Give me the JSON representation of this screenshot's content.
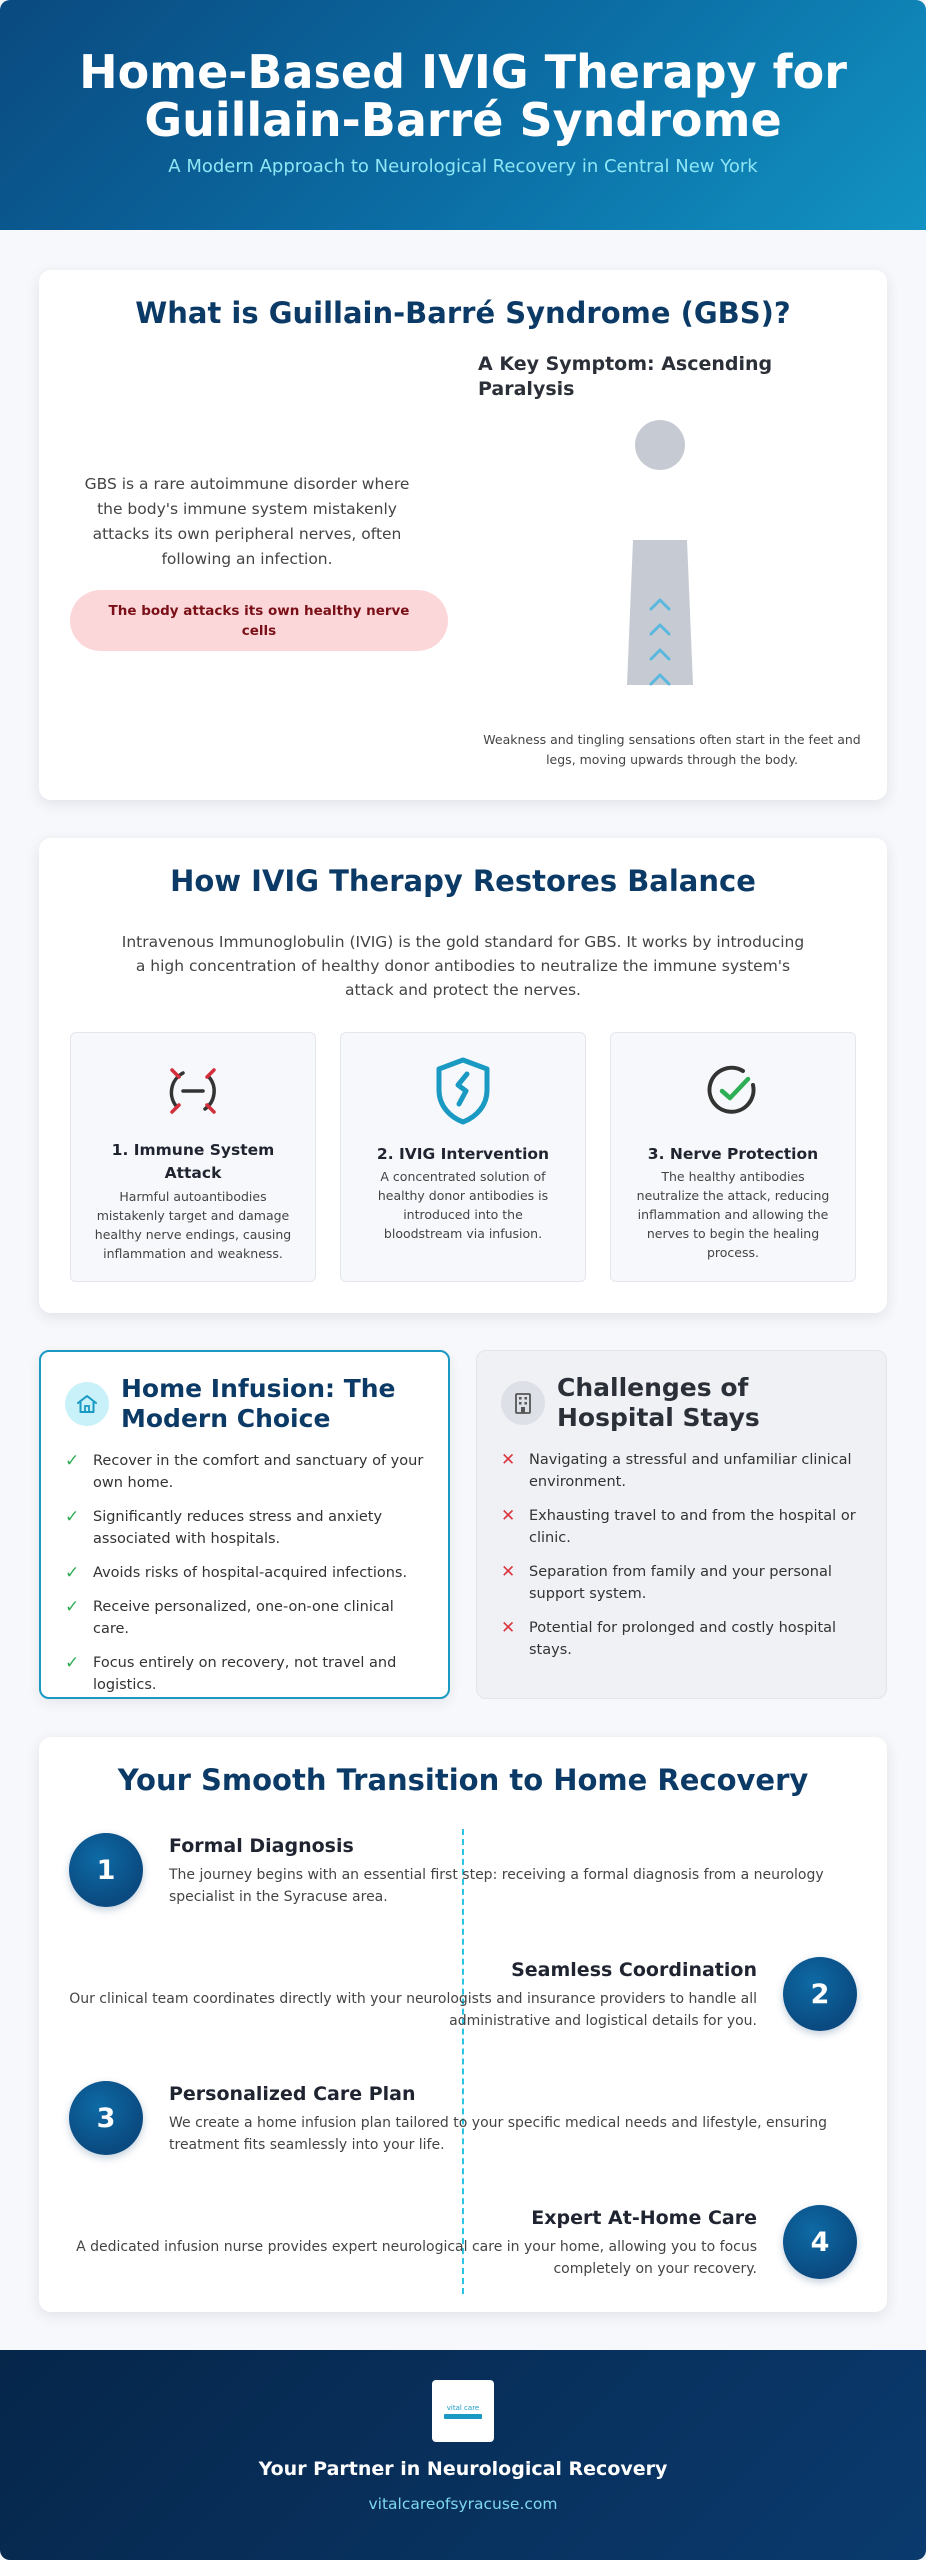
{
  "header": {
    "title": "Home-Based IVIG Therapy for Guillain-Barré Syndrome",
    "subtitle": "A Modern Approach to Neurological Recovery in Central New York"
  },
  "gbs": {
    "title": "What is Guillain-Barré Syndrome (GBS)?",
    "description": "GBS is a rare autoimmune disorder where the body's immune system mistakenly attacks its own peripheral nerves, often following an infection.",
    "highlight": "The body attacks its own healthy nerve cells",
    "symptom_title": "A Key Symptom: Ascending Paralysis",
    "symptom_caption": "Weakness and tingling sensations often start in the feet and legs, moving upwards through the body.",
    "icons": {
      "figure": "human-figure-icon",
      "arrows": "chevron-up-icon"
    }
  },
  "ivig": {
    "title": "How IVIG Therapy Restores Balance",
    "intro": "Intravenous Immunoglobulin (IVIG) is the gold standard for GBS. It works by introducing a high concentration of healthy donor antibodies to neutralize the immune system's attack and protect the nerves.",
    "steps": [
      {
        "title": "1. Immune System Attack",
        "text": "Harmful autoantibodies mistakenly target and damage healthy nerve endings, causing inflammation and weakness.",
        "icon": "attack-icon"
      },
      {
        "title": "2. IVIG Intervention",
        "text": "A concentrated solution of healthy donor antibodies is introduced into the bloodstream via infusion.",
        "icon": "shield-icon"
      },
      {
        "title": "3. Nerve Protection",
        "text": "The healthy antibodies neutralize the attack, reducing inflammation and allowing the nerves to begin the healing process.",
        "icon": "check-circle-icon"
      }
    ],
    "colors": {
      "red": "#d32f3c",
      "teal": "#1a9ac3",
      "green": "#2eae55",
      "dark": "#333333"
    }
  },
  "home": {
    "title": "Home Infusion: The Modern Choice",
    "icon": "home-icon",
    "items": [
      "Recover in the comfort and sanctuary of your own home.",
      "Significantly reduces stress and anxiety associated with hospitals.",
      "Avoids risks of hospital-acquired infections.",
      "Receive personalized, one-on-one clinical care.",
      "Focus entirely on recovery, not travel and logistics."
    ],
    "mark": "✓"
  },
  "challenges": {
    "title": "Challenges of Hospital Stays",
    "icon": "hospital-building-icon",
    "items": [
      "Navigating a stressful and unfamiliar clinical environment.",
      "Exhausting travel to and from the hospital or clinic.",
      "Separation from family and your personal support system.",
      "Potential for prolonged and costly hospital stays."
    ],
    "mark": "✕"
  },
  "transition": {
    "title": "Your Smooth Transition to Home Recovery",
    "steps": [
      {
        "number": "1",
        "title": "Formal Diagnosis",
        "text": "The journey begins with an essential first step: receiving a formal diagnosis from a neurology specialist in the Syracuse area."
      },
      {
        "number": "2",
        "title": "Seamless Coordination",
        "text": "Our clinical team coordinates directly with your neurologists and insurance providers to handle all administrative and logistical details for you."
      },
      {
        "number": "3",
        "title": "Personalized Care Plan",
        "text": "We create a home infusion plan tailored to your specific medical needs and lifestyle, ensuring treatment fits seamlessly into your life."
      },
      {
        "number": "4",
        "title": "Expert At-Home Care",
        "text": "A dedicated infusion nurse provides expert neurological care in your home, allowing you to focus completely on your recovery."
      }
    ]
  },
  "footer": {
    "logo_text": "vital care",
    "tagline": "Your Partner in Neurological Recovery",
    "url": "vitalcareofsyracuse.com"
  }
}
